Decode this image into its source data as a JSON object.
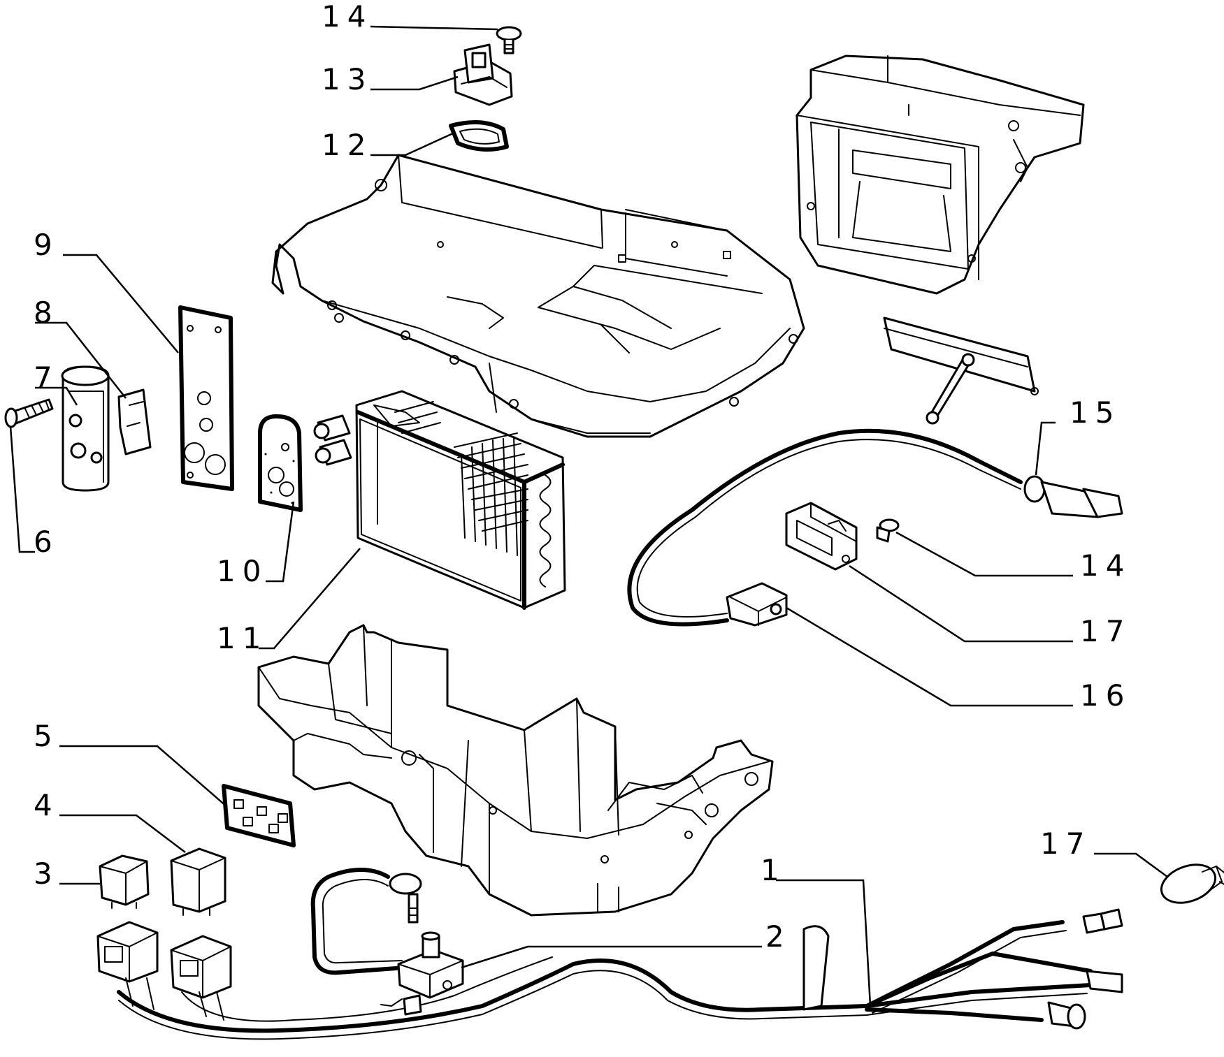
{
  "colors": {
    "line": "#000000",
    "background": "#ffffff"
  },
  "callouts": {
    "c1": "1",
    "c2": "2",
    "c3": "3",
    "c4": "4",
    "c5": "5",
    "c6": "6",
    "c7": "7",
    "c8": "8",
    "c9": "9",
    "c10": "10",
    "c11": "11",
    "c12": "12",
    "c13": "13",
    "c14_top": "14",
    "c14_right": "14",
    "c15": "15",
    "c16": "16",
    "c17_mid": "17",
    "c17_bottom": "17"
  }
}
